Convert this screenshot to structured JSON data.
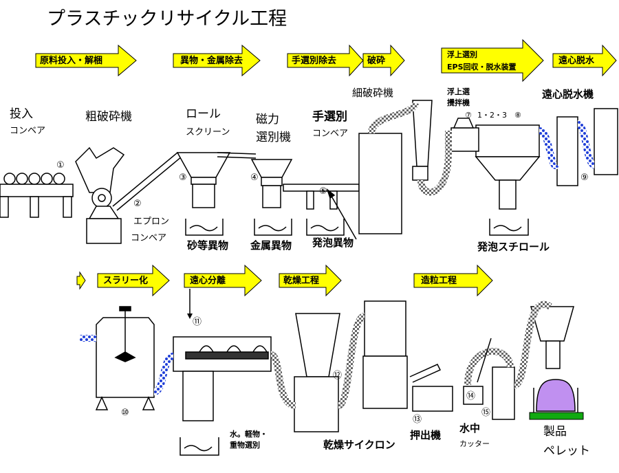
{
  "title": "プラスチックリサイクル工程",
  "stages": {
    "s1": "原料投入・解梱",
    "s2": "異物・金属除去",
    "s3": "手選別除去",
    "s4": "破砕",
    "s5a": "浮上選別",
    "s5b": "EPS回収・脱水装置",
    "s6": "遠心脱水",
    "s7": "スラリー化",
    "s8": "遠心分離",
    "s9": "乾燥工程",
    "s10": "造粒工程"
  },
  "labels": {
    "toshou": "投入",
    "conveyor1": "コンベア",
    "crusher": "粗破砕機",
    "roll": "ロール",
    "screen": "スクリーン",
    "magnet1": "磁力",
    "magnet2": "選別機",
    "hand1": "手選別",
    "hand2": "コンベア",
    "fine_crusher": "細破砕機",
    "float1": "浮上選",
    "float2": "攪拌機",
    "nums123": "1・2・3",
    "centrifuge": "遠心脱水機",
    "apron1": "エプロン",
    "apron2": "コンベア",
    "sand": "砂等異物",
    "metal": "金属異物",
    "foam": "発泡異物",
    "eps": "発泡スチロール",
    "water1": "水。軽物・",
    "water2": "重物選別",
    "dry_cyclone": "乾燥サイクロン",
    "extruder": "押出機",
    "underwater1": "水中",
    "underwater2": "カッター",
    "product1": "製品",
    "product2": "ペレット"
  },
  "markers": {
    "m1": "①",
    "m2": "②",
    "m3": "③",
    "m4": "④",
    "m5": "⑤",
    "m7": "⑦",
    "m8": "⑧",
    "m9": "⑨",
    "m10": "⑩",
    "m11": "⑪",
    "m12": "⑫",
    "m13": "⑬",
    "m14": "⑭",
    "m15": "⑮"
  },
  "colors": {
    "arrow_fill": "#ffff00",
    "blue_pipe": "#1f3fd8",
    "product": "#c090f0",
    "base": "#11aa11"
  }
}
